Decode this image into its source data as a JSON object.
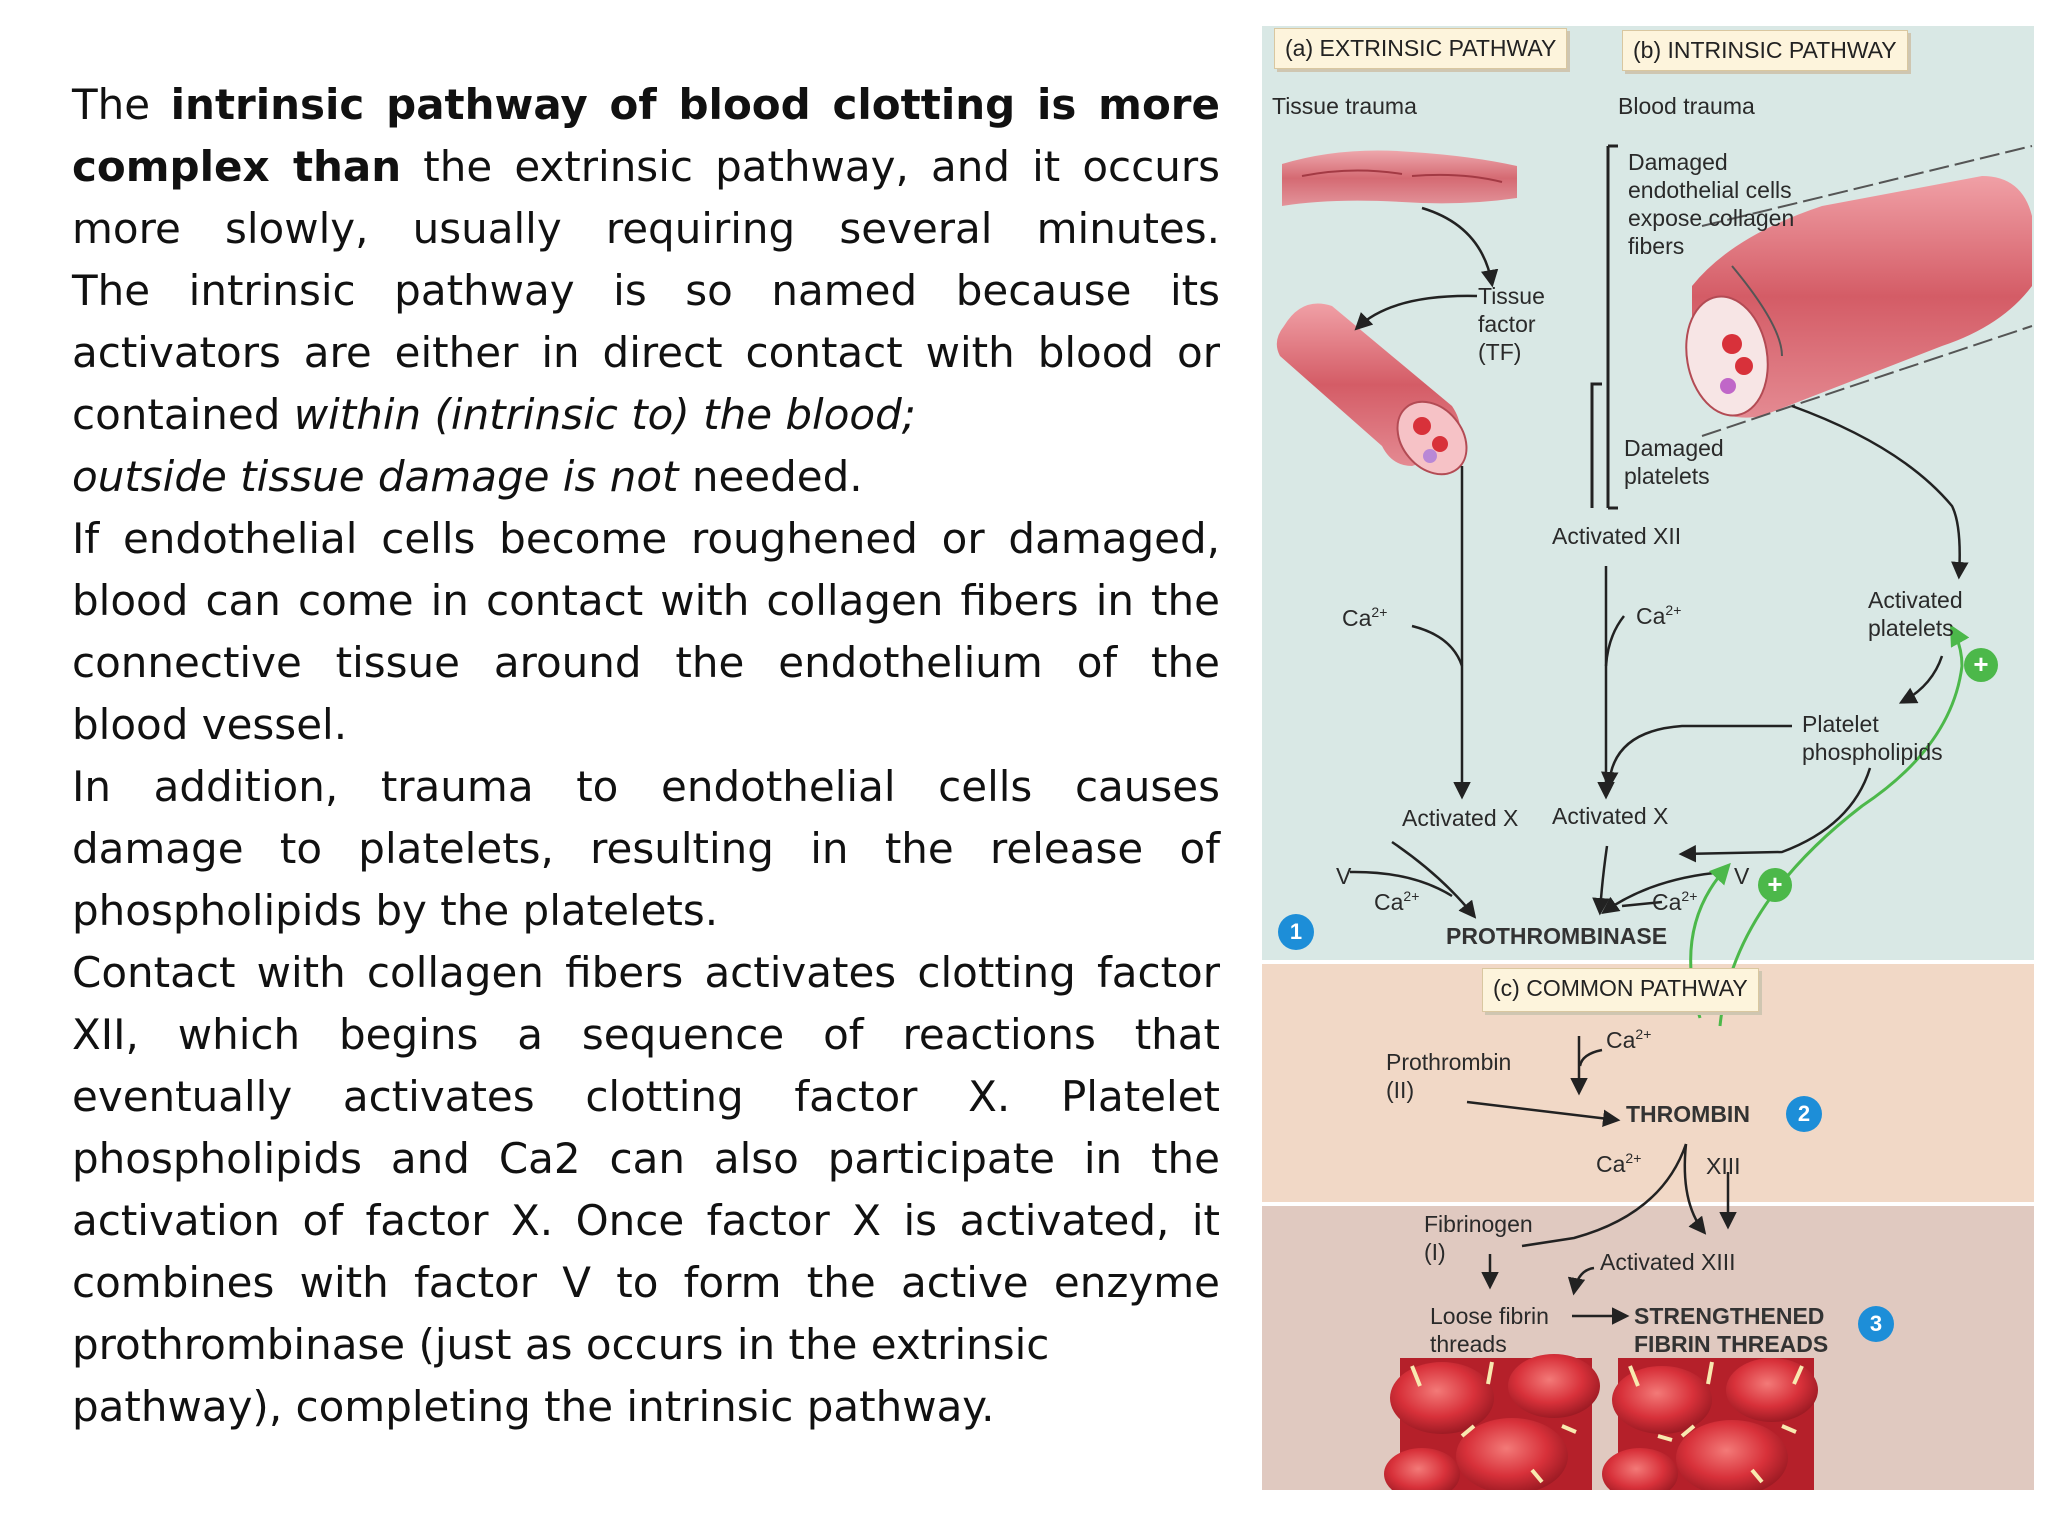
{
  "text": {
    "p1": {
      "s1": "The ",
      "b1": "intrinsic pathway of blood clotting is more complex than",
      "s2": " the extrinsic pathway, and it occurs more slowly, usually requiring several minutes."
    },
    "p2": {
      "s1": "The intrinsic pathway is so named because its activators are either in direct contact with blood or contained ",
      "i1": "within (intrinsic to) the blood;"
    },
    "p3": {
      "i1": "outside tissue damage is not",
      "s1": " needed."
    },
    "p4": "If endothelial cells become roughened or damaged, blood can come in contact with collagen fibers in the connective tissue around the endothelium of the blood vessel.",
    "p5": "In addition, trauma to endothelial cells causes damage to platelets, resulting in the release of phospholipids by the platelets.",
    "p6": "Contact with collagen fibers activates clotting factor XII, which begins a sequence of reactions that eventually activates clotting factor X. Platelet phospholipids and Ca2 can also participate in the activation of factor X. Once factor X is activated, it combines with factor V to form the active enzyme prothrombinase (just as occurs in the extrinsic",
    "p7": "pathway), completing the intrinsic pathway."
  },
  "figure": {
    "box_extrinsic": "(a) EXTRINSIC PATHWAY",
    "box_intrinsic": "(b) INTRINSIC PATHWAY",
    "box_common": "(c) COMMON PATHWAY",
    "tissue_trauma": "Tissue trauma",
    "blood_trauma": "Blood trauma",
    "tissue_factor_1": "Tissue",
    "tissue_factor_2": "factor",
    "tissue_factor_3": "(TF)",
    "damaged_endo_1": "Damaged",
    "damaged_endo_2": "endothelial cells",
    "damaged_endo_3": "expose collagen",
    "damaged_endo_4": "fibers",
    "damaged_plat_1": "Damaged",
    "damaged_plat_2": "platelets",
    "activated_xii": "Activated XII",
    "ca": "Ca",
    "ca_sup": "2+",
    "activated_plat_1": "Activated",
    "activated_plat_2": "platelets",
    "platelet_phos_1": "Platelet",
    "platelet_phos_2": "phospholipids",
    "activated_x": "Activated X",
    "factor_v": "V",
    "prothrombinase": "PROTHROMBINASE",
    "prothrombin_1": "Prothrombin",
    "prothrombin_2": "(II)",
    "thrombin": "THROMBIN",
    "xiii": "XIII",
    "fibrinogen_1": "Fibrinogen",
    "fibrinogen_2": "(I)",
    "activated_xiii": "Activated XIII",
    "loose_fibrin_1": "Loose fibrin",
    "loose_fibrin_2": "threads",
    "strengthened_1": "STRENGTHENED",
    "strengthened_2": "FIBRIN THREADS",
    "plus": "+",
    "badge_1": "1",
    "badge_2": "2",
    "badge_3": "3"
  },
  "colors": {
    "band_top": "#d9e8e5",
    "band_mid": "#f1d8c6",
    "band_bot": "#e0c9c0",
    "badge_blue": "#1d8ed8",
    "feedback_green": "#4cb84a",
    "vessel_red": "#c9505a"
  }
}
